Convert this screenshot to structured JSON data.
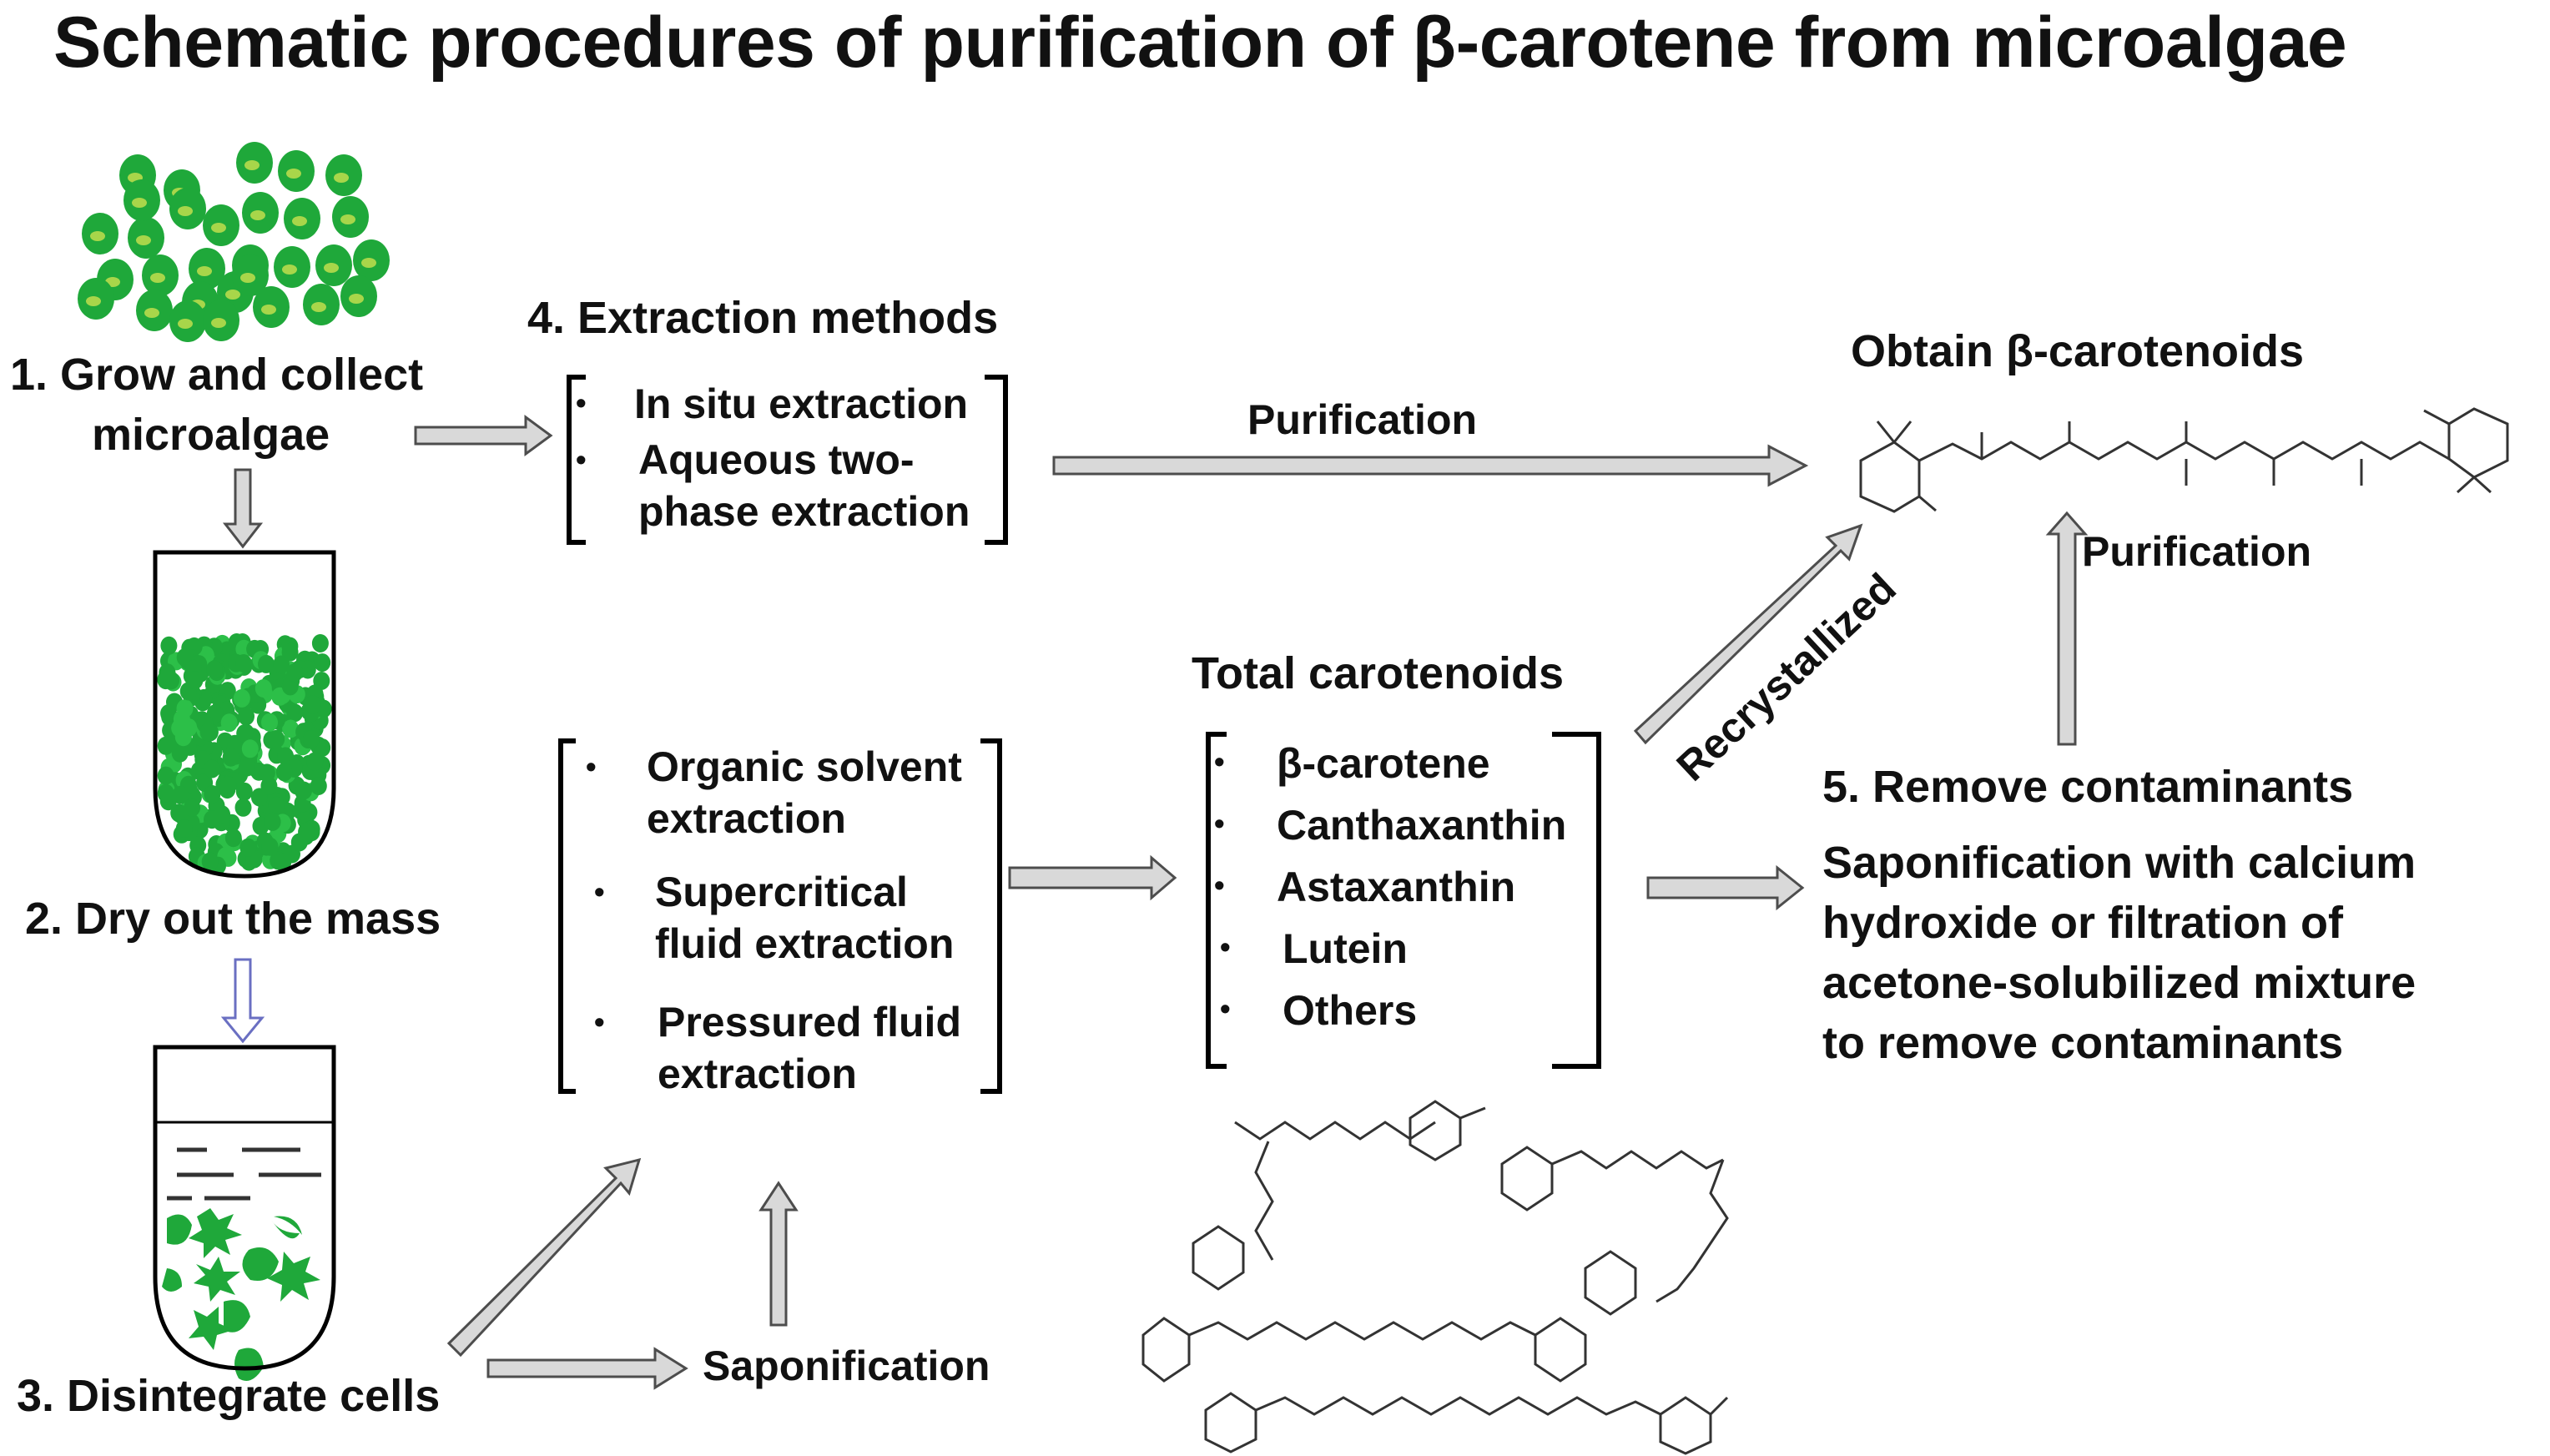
{
  "title": "Schematic procedures of purification of β-carotene from microalgae",
  "steps": {
    "s1_line1": "1.   Grow and collect",
    "s1_line2": "microalgae",
    "s2": "2. Dry out the mass",
    "s3": "3. Disintegrate cells",
    "s4": "4. Extraction methods",
    "s5": "5. Remove contaminants"
  },
  "extraction_methods": {
    "item1": "In situ extraction",
    "item2_l1": "Aqueous two-",
    "item2_l2": "phase extraction"
  },
  "solvent_methods": {
    "item1_l1": "Organic solvent",
    "item1_l2": "extraction",
    "item2_l1": "Supercritical",
    "item2_l2": "fluid extraction",
    "item3_l1": "Pressured fluid",
    "item3_l2": "extraction"
  },
  "total_carotenoids": {
    "heading": "Total carotenoids",
    "items": [
      "β-carotene",
      "Canthaxanthin",
      "Astaxanthin",
      "Lutein",
      "Others"
    ]
  },
  "labels": {
    "purification_top": "Purification",
    "purification_right": "Purification",
    "recrystallized": "Recrystallized",
    "saponification": "Saponification",
    "obtain": "Obtain β-carotenoids"
  },
  "contaminants_text": [
    "Saponification with calcium",
    "hydroxide or filtration of",
    "acetone-solubilized mixture",
    "to remove contaminants"
  ],
  "colors": {
    "algae_green": "#1fa83a",
    "algae_light": "#a8d64a",
    "arrow_fill": "#d9d9d9",
    "arrow_stroke": "#4d4d4d",
    "arrow_blue": "#6a6fc2"
  }
}
